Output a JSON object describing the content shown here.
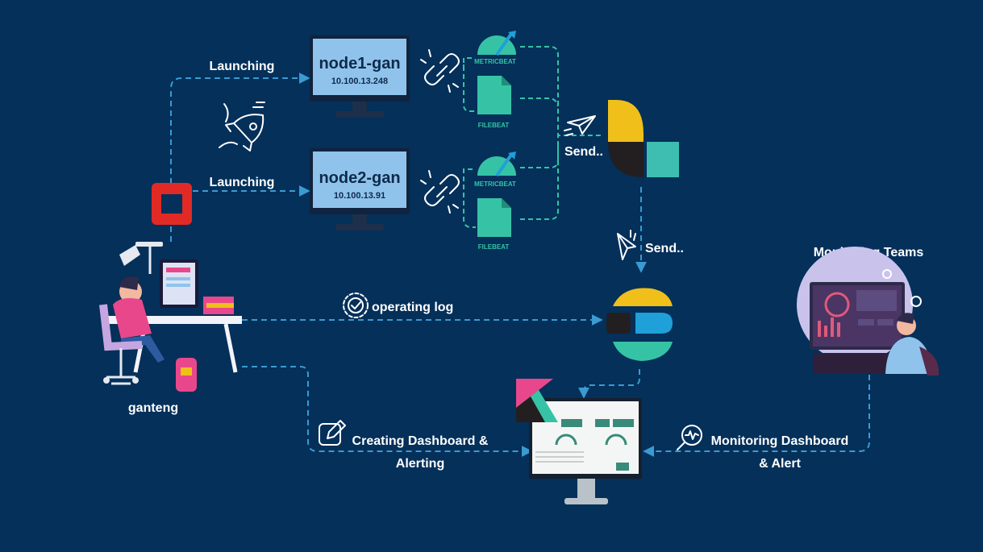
{
  "nodes": [
    {
      "name": "node1-gan",
      "ip": "10.100.13.248"
    },
    {
      "name": "node2-gan",
      "ip": "10.100.13.91"
    }
  ],
  "labels": {
    "launching_top": "Launching",
    "launching_bottom": "Launching",
    "metricbeat": "METRICBEAT",
    "filebeat": "FILEBEAT",
    "send_1": "Send..",
    "send_2": "Send..",
    "operating_log": "operating log",
    "creating_line1": "Creating Dashboard &",
    "creating_line2": "Alerting",
    "monitoring_line1": "Monitoring Dashboard",
    "monitoring_line2": "& Alert",
    "monitoring_teams": "Monitoring Teams",
    "user": "ganteng"
  },
  "colors": {
    "background": "#04305a",
    "arrow_blue": "#3a9bd1",
    "arrow_teal": "#36c3a5",
    "openstack_red": "#e12a26",
    "elastic_yellow": "#f0bf1a",
    "elastic_teal": "#3ebeb0",
    "kibana_pink": "#e8488b"
  },
  "icons": [
    "rocket-icon",
    "openstack-icon",
    "link-icon",
    "metricbeat-icon",
    "filebeat-icon",
    "paper-plane-icon",
    "logstash-icon",
    "elasticsearch-icon",
    "kibana-icon",
    "gear-check-icon",
    "edit-icon",
    "magnifier-icon"
  ]
}
